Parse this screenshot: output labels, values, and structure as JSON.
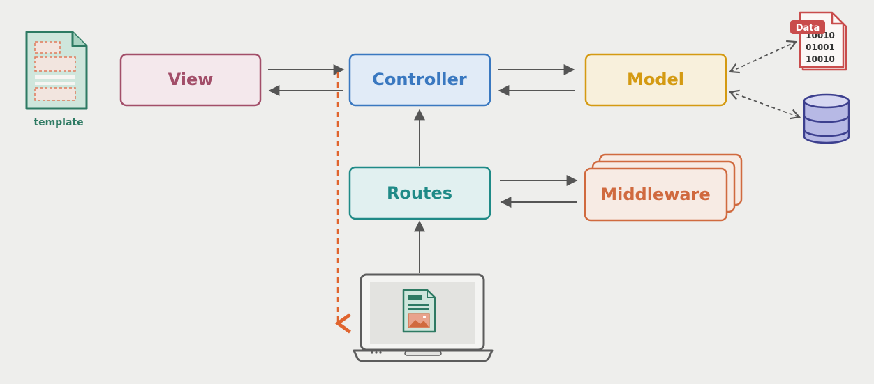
{
  "diagram": {
    "nodes": {
      "view": {
        "label": "View",
        "color": "#a24e69",
        "fill": "#f4e8ec"
      },
      "controller": {
        "label": "Controller",
        "color": "#3a78c0",
        "fill": "#e1ebf7"
      },
      "model": {
        "label": "Model",
        "color": "#d49a12",
        "fill": "#f8f0dc"
      },
      "routes": {
        "label": "Routes",
        "color": "#1f8a87",
        "fill": "#e1f0f0"
      },
      "middleware": {
        "label": "Middleware",
        "color": "#d06a3f",
        "fill": "#f7ebe4"
      }
    },
    "template_icon": {
      "icon": "template-file-icon",
      "label": "template",
      "color": "#2e7a63"
    },
    "data_file_icon": {
      "icon": "data-file-icon",
      "badge": "Data",
      "lines": [
        "10010",
        "01001",
        "10010"
      ],
      "color": "#c94c4c"
    },
    "database_icon": {
      "icon": "database-icon",
      "color": "#3c3f8e",
      "fill": "#b7b9e5"
    },
    "laptop_icon": {
      "icon": "laptop-icon",
      "color": "#5c5c5c"
    },
    "colors": {
      "arrow": "#555555",
      "dashed_orange": "#e0642e",
      "dashed_gray": "#555555",
      "background": "#eeeeec"
    }
  }
}
